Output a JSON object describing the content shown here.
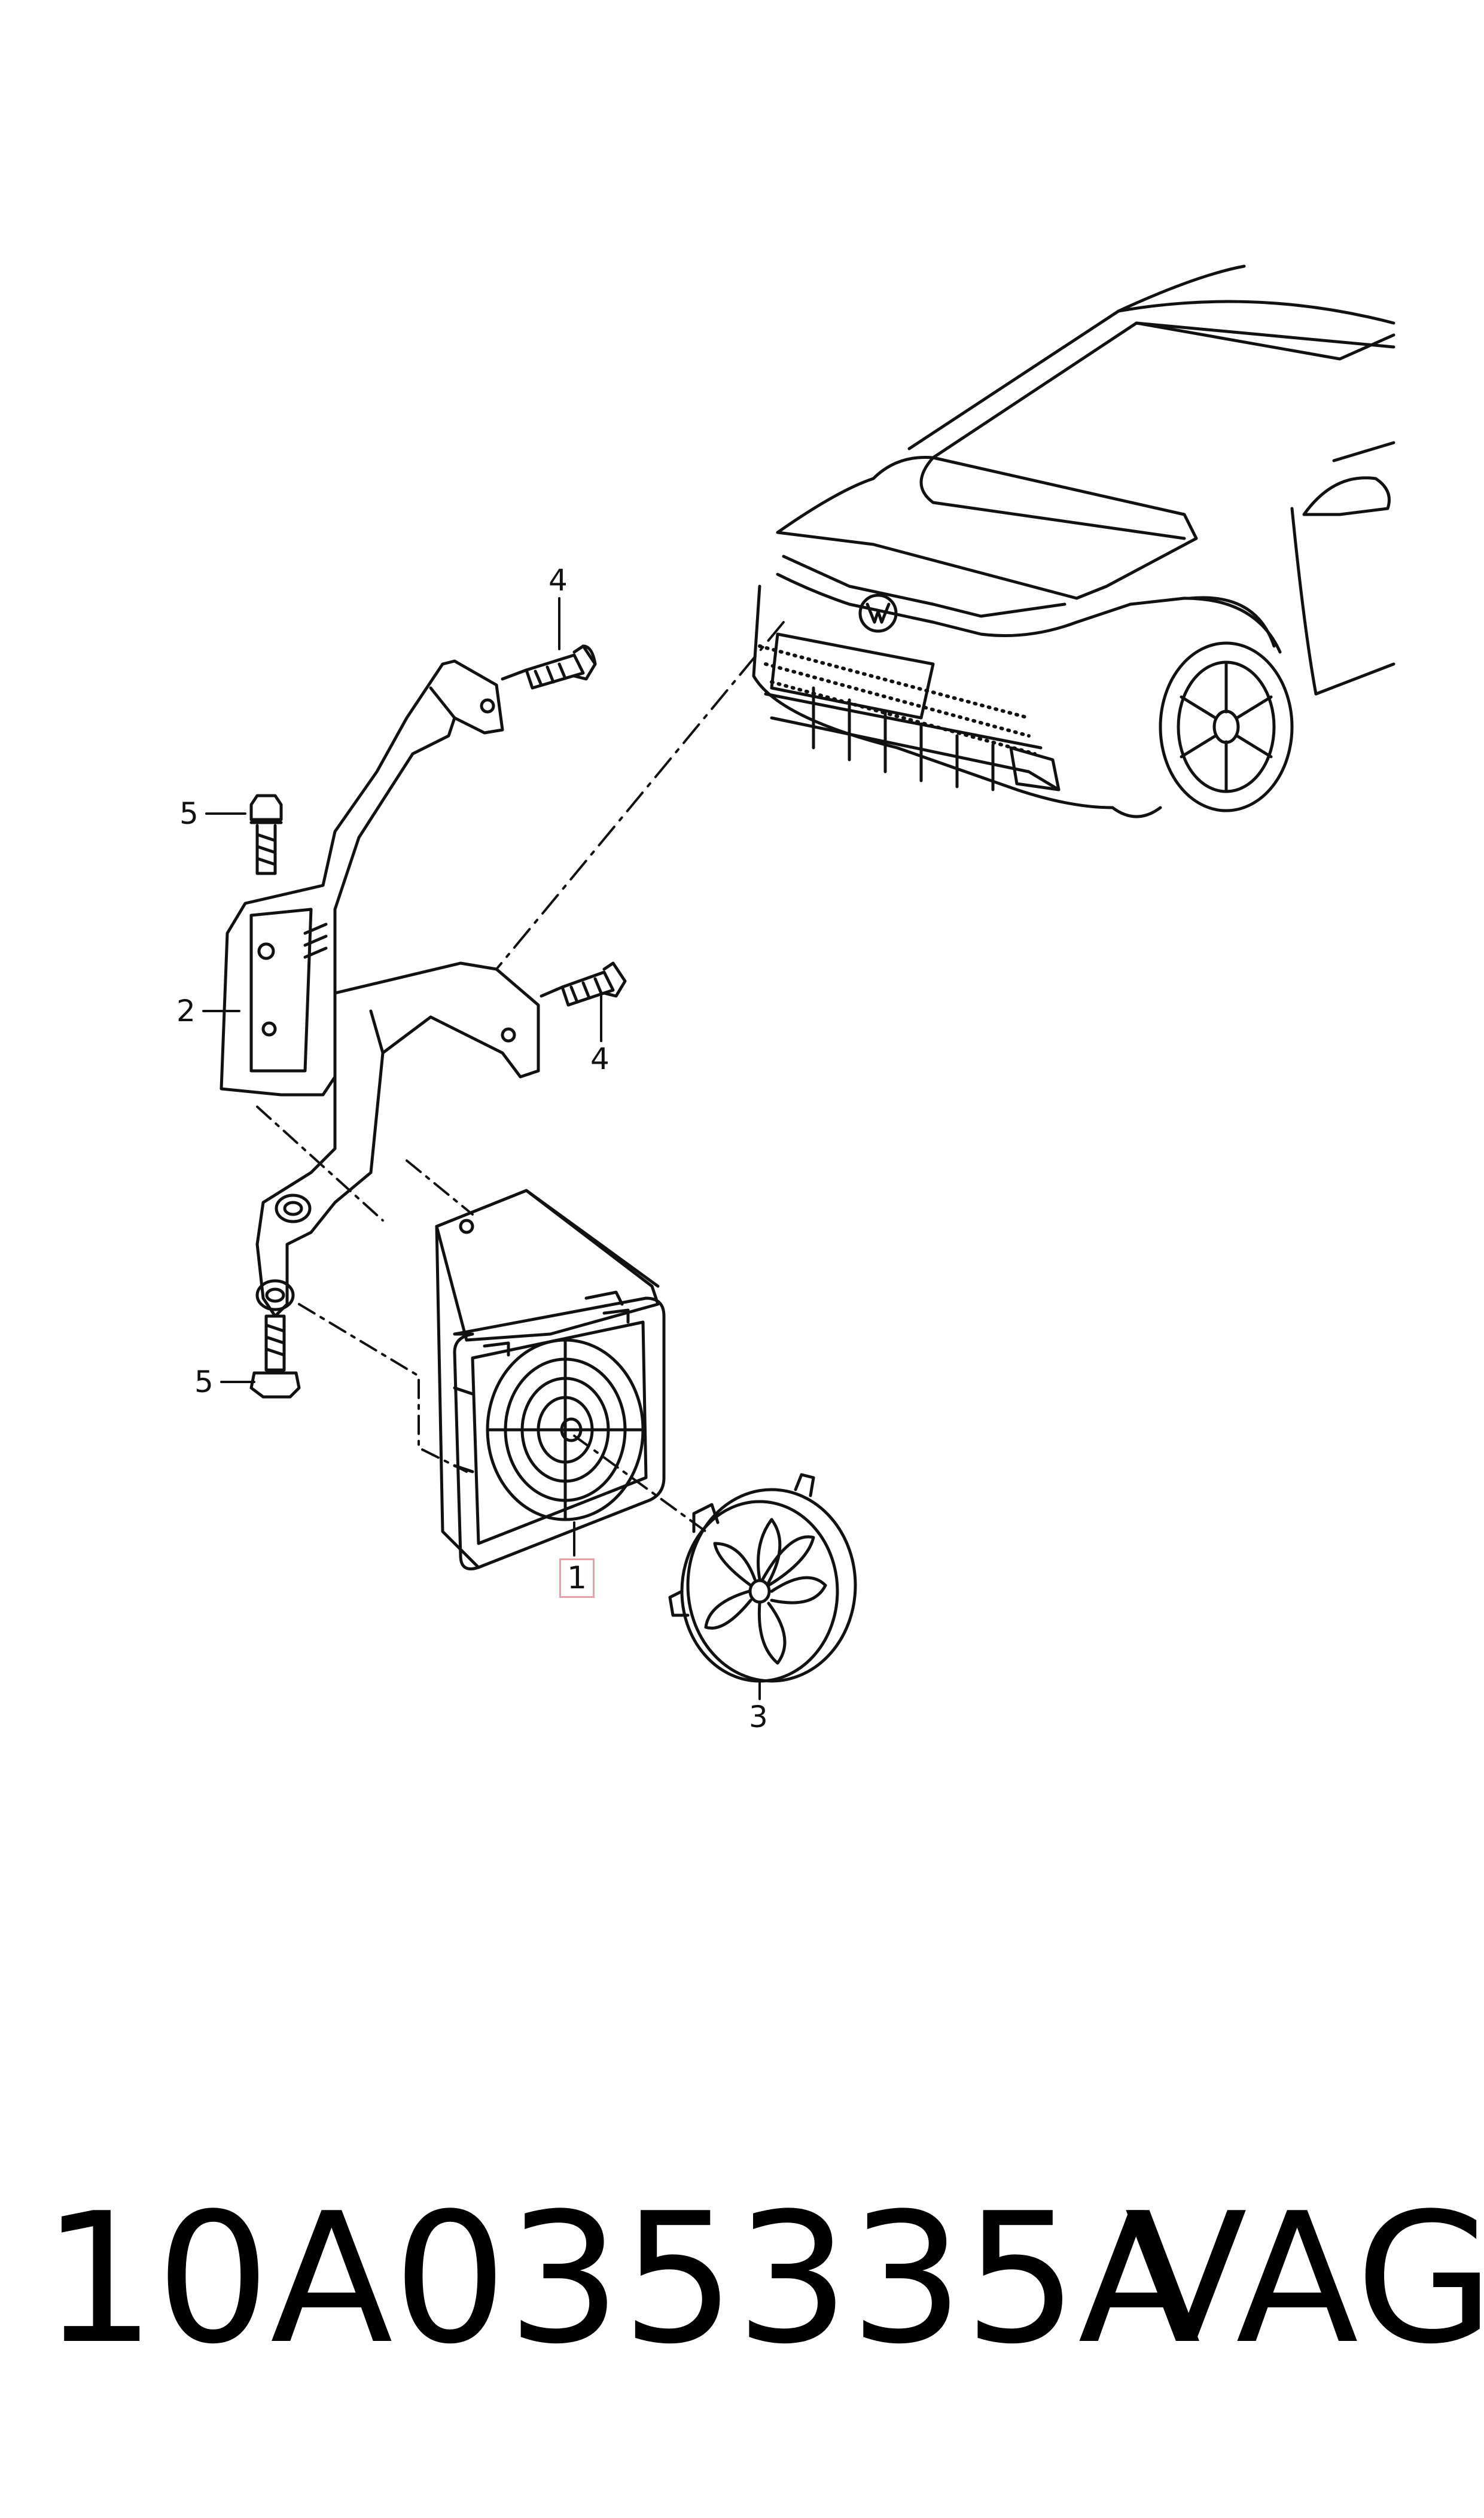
{
  "diagram": {
    "callouts": {
      "c1": "1",
      "c2": "2",
      "c3": "3",
      "c4a": "4",
      "c4b": "4",
      "c5a": "5",
      "c5b": "5"
    }
  },
  "footer": {
    "part_number": "10A035335A",
    "brand": "VAG"
  }
}
